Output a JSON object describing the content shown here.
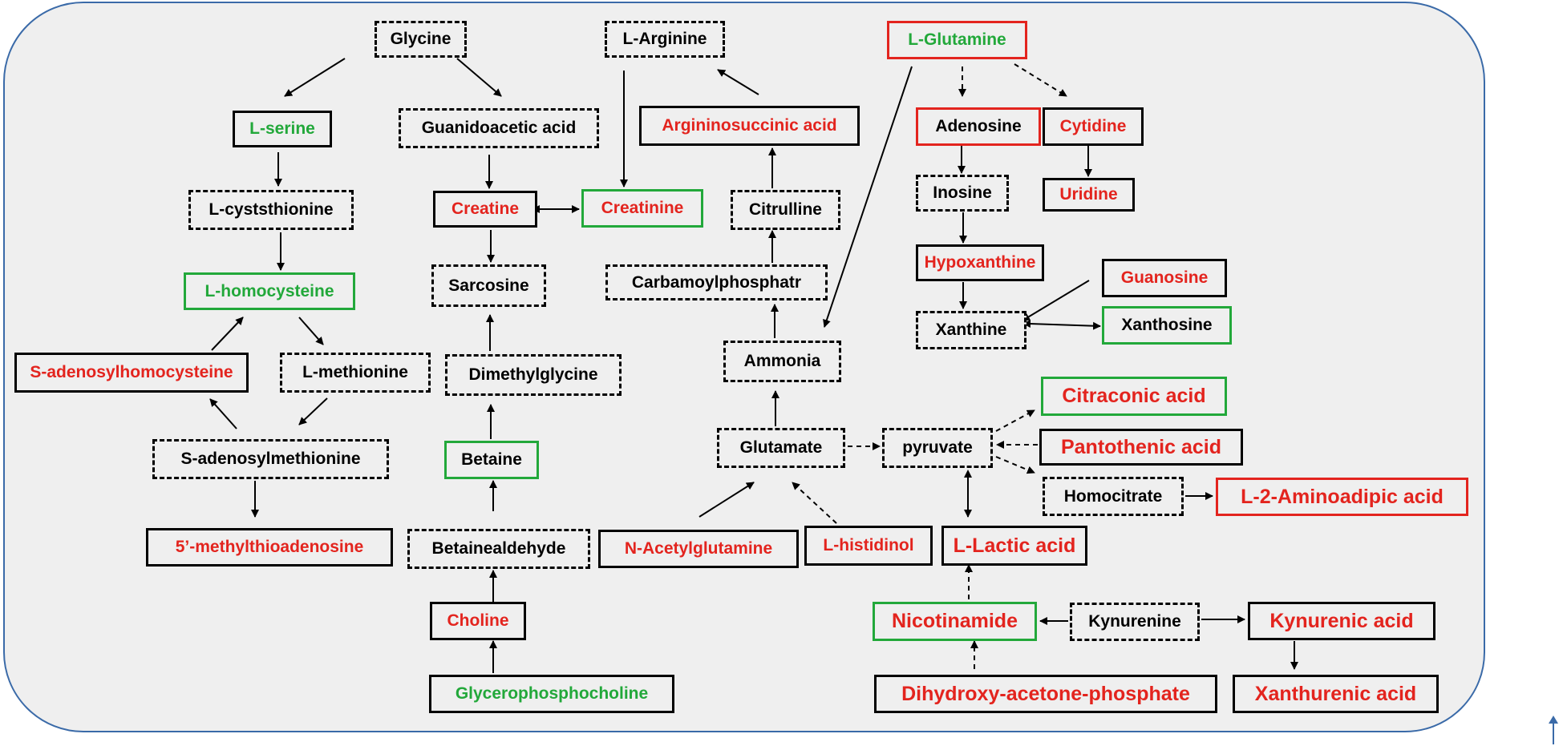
{
  "colors": {
    "red": "#e3241e",
    "green": "#22a83a",
    "black": "#000000",
    "panel_bg": "#efefef",
    "panel_border": "#3a6aa8"
  },
  "nodes": {
    "glycine": "Glycine",
    "l_arginine": "L-Arginine",
    "l_glutamine": "L-Glutamine",
    "l_serine": "L-serine",
    "guanidoacetic_acid": "Guanidoacetic acid",
    "argininosuccinic_acid": "Argininosuccinic acid",
    "adenosine": "Adenosine",
    "cytidine": "Cytidine",
    "l_cystathionine": "L-cyststhionine",
    "creatine": "Creatine",
    "creatinine": "Creatinine",
    "citrulline": "Citrulline",
    "inosine": "Inosine",
    "uridine": "Uridine",
    "l_homocysteine": "L-homocysteine",
    "sarcosine": "Sarcosine",
    "carbamoylphosphate": "Carbamoylphosphatr",
    "hypoxanthine": "Hypoxanthine",
    "guanosine": "Guanosine",
    "xanthine": "Xanthine",
    "xanthosine": "Xanthosine",
    "s_adenosylhomocysteine": "S-adenosylhomocysteine",
    "l_methionine": "L-methionine",
    "dimethylglycine": "Dimethylglycine",
    "ammonia": "Ammonia",
    "citraconic_acid": "Citraconic acid",
    "s_adenosylmethionine": "S-adenosylmethionine",
    "betaine": "Betaine",
    "glutamate": "Glutamate",
    "pyruvate": "pyruvate",
    "pantothenic_acid": "Pantothenic acid",
    "homocitrate": "Homocitrate",
    "l_2_aminoadipic_acid": "L-2-Aminoadipic acid",
    "methylthioadenosine": "5’-methylthioadenosine",
    "betainealdehyde": "Betainealdehyde",
    "n_acetylglutamine": "N-Acetylglutamine",
    "l_histidinol": "L-histidinol",
    "l_lactic_acid": "L-Lactic acid",
    "choline": "Choline",
    "nicotinamide": "Nicotinamide",
    "kynurenine": "Kynurenine",
    "kynurenic_acid": "Kynurenic acid",
    "glycerophosphocholine": "Glycerophosphocholine",
    "dihydroxyacetone_phosphate": "Dihydroxy-acetone-phosphate",
    "xanthurenic_acid": "Xanthurenic acid"
  }
}
